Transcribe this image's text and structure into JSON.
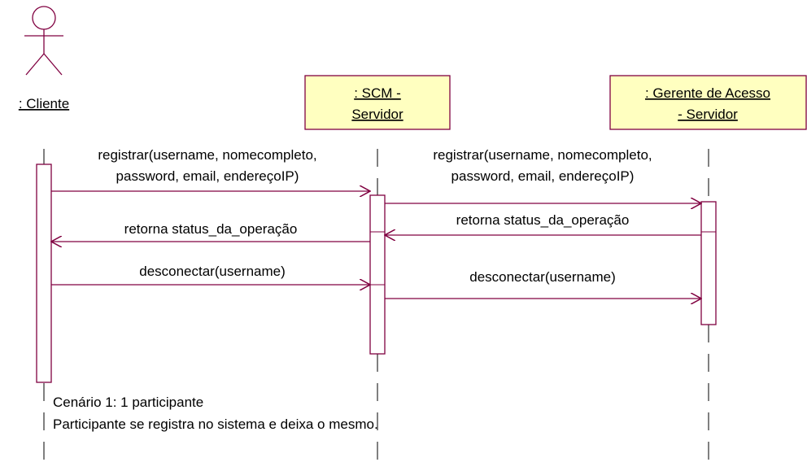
{
  "colors": {
    "line": "#800040",
    "box_fill": "#FFFFC0",
    "text": "#000000"
  },
  "actor": {
    "label": ": Cliente",
    "icon": "stick-figure-actor-icon"
  },
  "objects": [
    {
      "label_line1": ": SCM -",
      "label_line2": "Servidor"
    },
    {
      "label_line1": ": Gerente de Acesso",
      "label_line2": "- Servidor"
    }
  ],
  "messages": [
    {
      "line1": "registrar(username, nomecompleto,",
      "line2": "password, email, endereçoIP)"
    },
    {
      "line1": "registrar(username, nomecompleto,",
      "line2": "password, email, endereçoIP)"
    },
    {
      "line1": "retorna status_da_operação"
    },
    {
      "line1": "retorna status_da_operação"
    },
    {
      "line1": "desconectar(username)"
    },
    {
      "line1": "desconectar(username)"
    }
  ],
  "note": {
    "line1": "Cenário 1: 1 participante",
    "line2": "Participante se registra no sistema e deixa o mesmo."
  }
}
